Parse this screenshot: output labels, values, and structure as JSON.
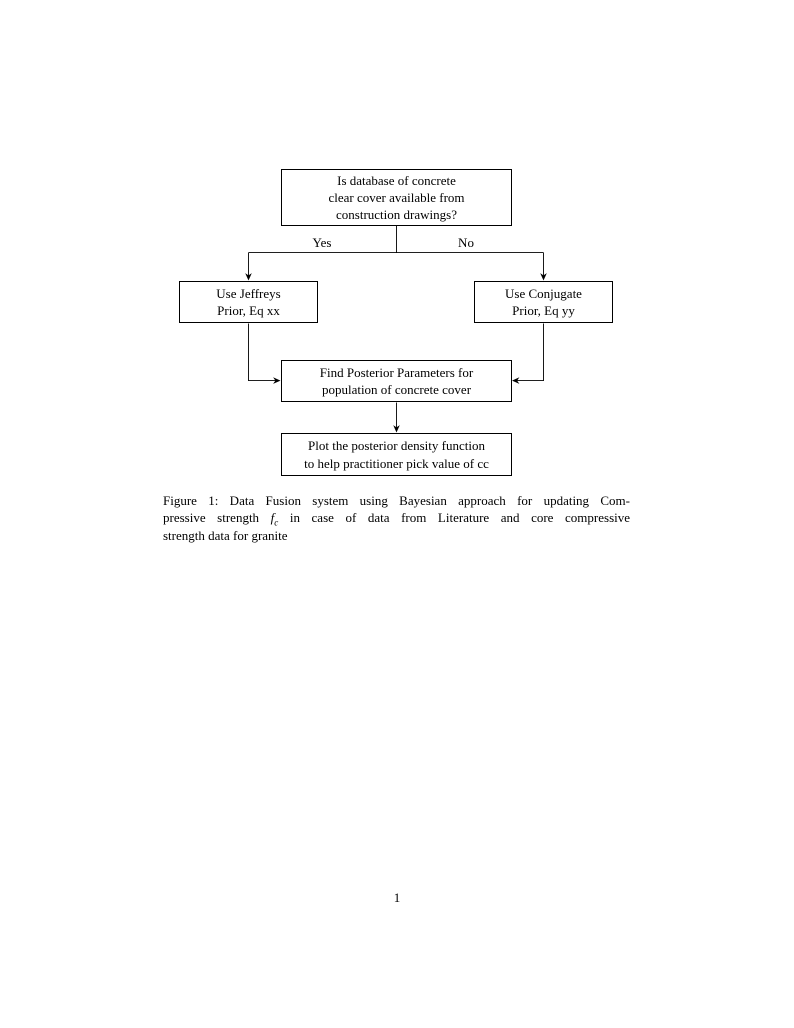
{
  "colors": {
    "ink": "#000000",
    "paper": "#ffffff"
  },
  "flowchart": {
    "question": {
      "lines": [
        "Is database of concrete",
        "clear cover available from",
        "construction drawings?"
      ]
    },
    "yes_label": "Yes",
    "no_label": "No",
    "jeffreys": {
      "lines": [
        "Use Jeffreys",
        "Prior, Eq xx"
      ]
    },
    "conjugate": {
      "lines": [
        "Use Conjugate",
        "Prior, Eq yy"
      ]
    },
    "posterior": {
      "lines": [
        "Find Posterior Parameters for",
        "population of concrete cover"
      ]
    },
    "plot": {
      "lines": [
        "Plot the posterior density function",
        "to help practitioner pick value of cc"
      ]
    }
  },
  "caption": {
    "line1": "Figure 1: Data Fusion system using Bayesian approach for updating Com-",
    "line2_pre": "pressive strength",
    "line2_math_base": "f",
    "line2_math_sub": "c",
    "line2_post": "in case of data from Literature and core compressive",
    "line3": "strength data for granite"
  },
  "page": {
    "number": "1"
  }
}
